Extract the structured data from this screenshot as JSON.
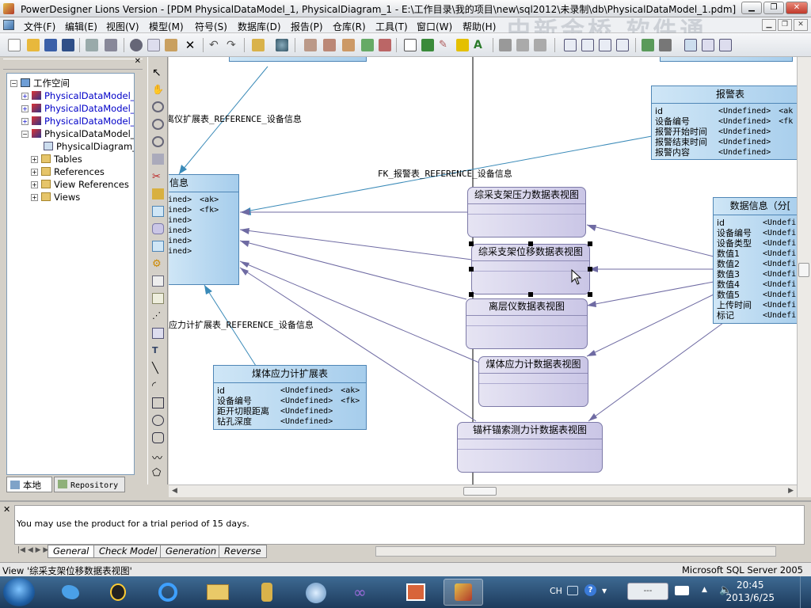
{
  "window": {
    "title": "PowerDesigner Lions Version - [PDM PhysicalDataModel_1, PhysicalDiagram_1 - E:\\工作目录\\我的项目\\new\\sql2012\\未录制\\db\\PhysicalDataModel_1.pdm]"
  },
  "watermark": "中新金桥  软件通",
  "menu": [
    {
      "label": "文件(F)"
    },
    {
      "label": "编辑(E)"
    },
    {
      "label": "视图(V)"
    },
    {
      "label": "模型(M)"
    },
    {
      "label": "符号(S)"
    },
    {
      "label": "数据库(D)"
    },
    {
      "label": "报告(P)"
    },
    {
      "label": "仓库(R)"
    },
    {
      "label": "工具(T)"
    },
    {
      "label": "窗口(W)"
    },
    {
      "label": "帮助(H)"
    }
  ],
  "browser": {
    "root": "工作空间",
    "models": [
      "PhysicalDataModel_1",
      "PhysicalDataModel_1",
      "PhysicalDataModel_1",
      "PhysicalDataModel_1"
    ],
    "diagram": "PhysicalDiagram_1",
    "folders": [
      "Tables",
      "References",
      "View References",
      "Views"
    ],
    "tabs": {
      "local": "本地",
      "repository": "Repository"
    }
  },
  "diagram": {
    "tables": {
      "alarm": {
        "name": "报警表",
        "rows": [
          {
            "name": "id",
            "type": "<Undefined>",
            "key": "<ak"
          },
          {
            "name": "设备编号",
            "type": "<Undefined>",
            "key": "<fk"
          },
          {
            "name": "报警开始时间",
            "type": "<Undefined>",
            "key": ""
          },
          {
            "name": "报警结束时间",
            "type": "<Undefined>",
            "key": ""
          },
          {
            "name": "报警内容",
            "type": "<Undefined>",
            "key": ""
          }
        ]
      },
      "data_info": {
        "name": "数据信息（分[",
        "rows": [
          {
            "name": "id",
            "type": "<Undefi"
          },
          {
            "name": "设备编号",
            "type": "<Undefi"
          },
          {
            "name": "设备类型",
            "type": "<Undefi"
          },
          {
            "name": "数值1",
            "type": "<Undefi"
          },
          {
            "name": "数值2",
            "type": "<Undefi"
          },
          {
            "name": "数值3",
            "type": "<Undefi"
          },
          {
            "name": "数值4",
            "type": "<Undefi"
          },
          {
            "name": "数值5",
            "type": "<Undefi"
          },
          {
            "name": "上传时间",
            "type": "<Undefi"
          },
          {
            "name": "标记",
            "type": "<Undefi"
          }
        ]
      },
      "device": {
        "name": "信息",
        "rows": [
          {
            "type": "ined>",
            "key": "<ak>"
          },
          {
            "type": "ined>",
            "key": "<fk>"
          },
          {
            "type": "ined>",
            "key": ""
          },
          {
            "type": "ined>",
            "key": ""
          },
          {
            "type": "ined>",
            "key": ""
          },
          {
            "type": "ined>",
            "key": ""
          }
        ]
      },
      "coal_stress": {
        "name": "煤体应力计扩展表",
        "rows": [
          {
            "name": "id",
            "type": "<Undefined>",
            "key": "<ak>"
          },
          {
            "name": "设备编号",
            "type": "<Undefined>",
            "key": "<fk>"
          },
          {
            "name": "距开切眼距离",
            "type": "<Undefined>",
            "key": ""
          },
          {
            "name": "钻孔深度",
            "type": "<Undefined>",
            "key": ""
          }
        ]
      }
    },
    "views": {
      "v1": "综采支架压力数据表视图",
      "v2": "综采支架位移数据表视图",
      "v3": "离层仪数据表视图",
      "v4": "煤体应力计数据表视图",
      "v5": "锚杆锚索测力计数据表视图"
    },
    "references": {
      "r1": "离仪扩展表_REFERENCE_设备信息",
      "r2": "FK_报警表_REFERENCE_设备信息",
      "r3": "应力计扩展表_REFERENCE_设备信息"
    }
  },
  "output": {
    "message": "You may use the product for a trial period of 15 days.",
    "tabs": [
      "General",
      "Check Model",
      "Generation",
      "Reverse"
    ]
  },
  "status": {
    "left": "View '综采支架位移数据表视图'",
    "right": "Microsoft SQL Server 2005"
  },
  "taskbar": {
    "lang": "CH",
    "time": "20:45",
    "date": "2013/6/25"
  }
}
